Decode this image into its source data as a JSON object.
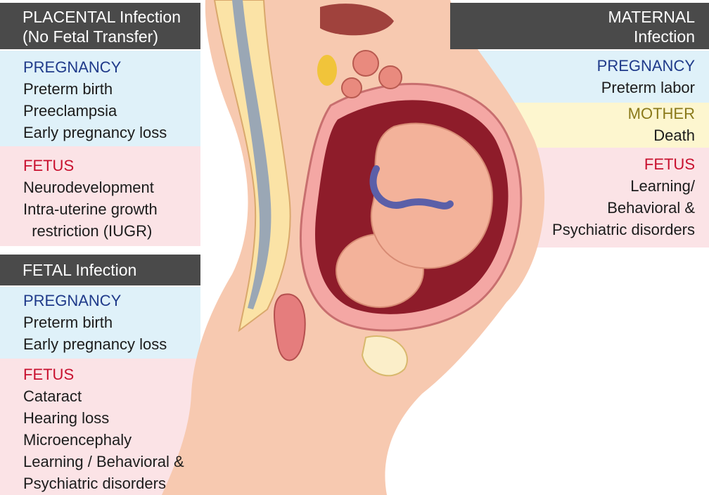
{
  "colors": {
    "header": "#4a4a4a",
    "pregnancy_band": "#dff1f9",
    "fetus_band": "#fbe3e6",
    "mother_band": "#fdf6cf",
    "pregnancy_label": "#1f3a8a",
    "fetus_label": "#c8102e",
    "mother_label": "#8a7a1a"
  },
  "placental": {
    "title_line1": "PLACENTAL Infection",
    "title_line2": "(No Fetal Transfer)",
    "pregnancy": {
      "label": "PREGNANCY",
      "items": [
        "Preterm birth",
        "Preeclampsia",
        "Early pregnancy loss"
      ]
    },
    "fetus": {
      "label": "FETUS",
      "items": [
        "Neurodevelopment",
        "Intra-uterine growth",
        "  restriction (IUGR)"
      ]
    }
  },
  "fetal": {
    "title": "FETAL Infection",
    "pregnancy": {
      "label": "PREGNANCY",
      "items": [
        "Preterm birth",
        "Early pregnancy loss"
      ]
    },
    "fetus": {
      "label": "FETUS",
      "items": [
        "Cataract",
        "Hearing loss",
        "Microencephaly",
        "Learning / Behavioral &",
        "Psychiatric disorders"
      ]
    }
  },
  "maternal": {
    "title_line1": "MATERNAL",
    "title_line2": "Infection",
    "pregnancy": {
      "label": "PREGNANCY",
      "items": [
        "Preterm labor"
      ]
    },
    "mother": {
      "label": "MOTHER",
      "items": [
        "Death"
      ]
    },
    "fetus": {
      "label": "FETUS",
      "items": [
        "Learning/",
        "Behavioral &",
        "Psychiatric disorders"
      ]
    }
  }
}
